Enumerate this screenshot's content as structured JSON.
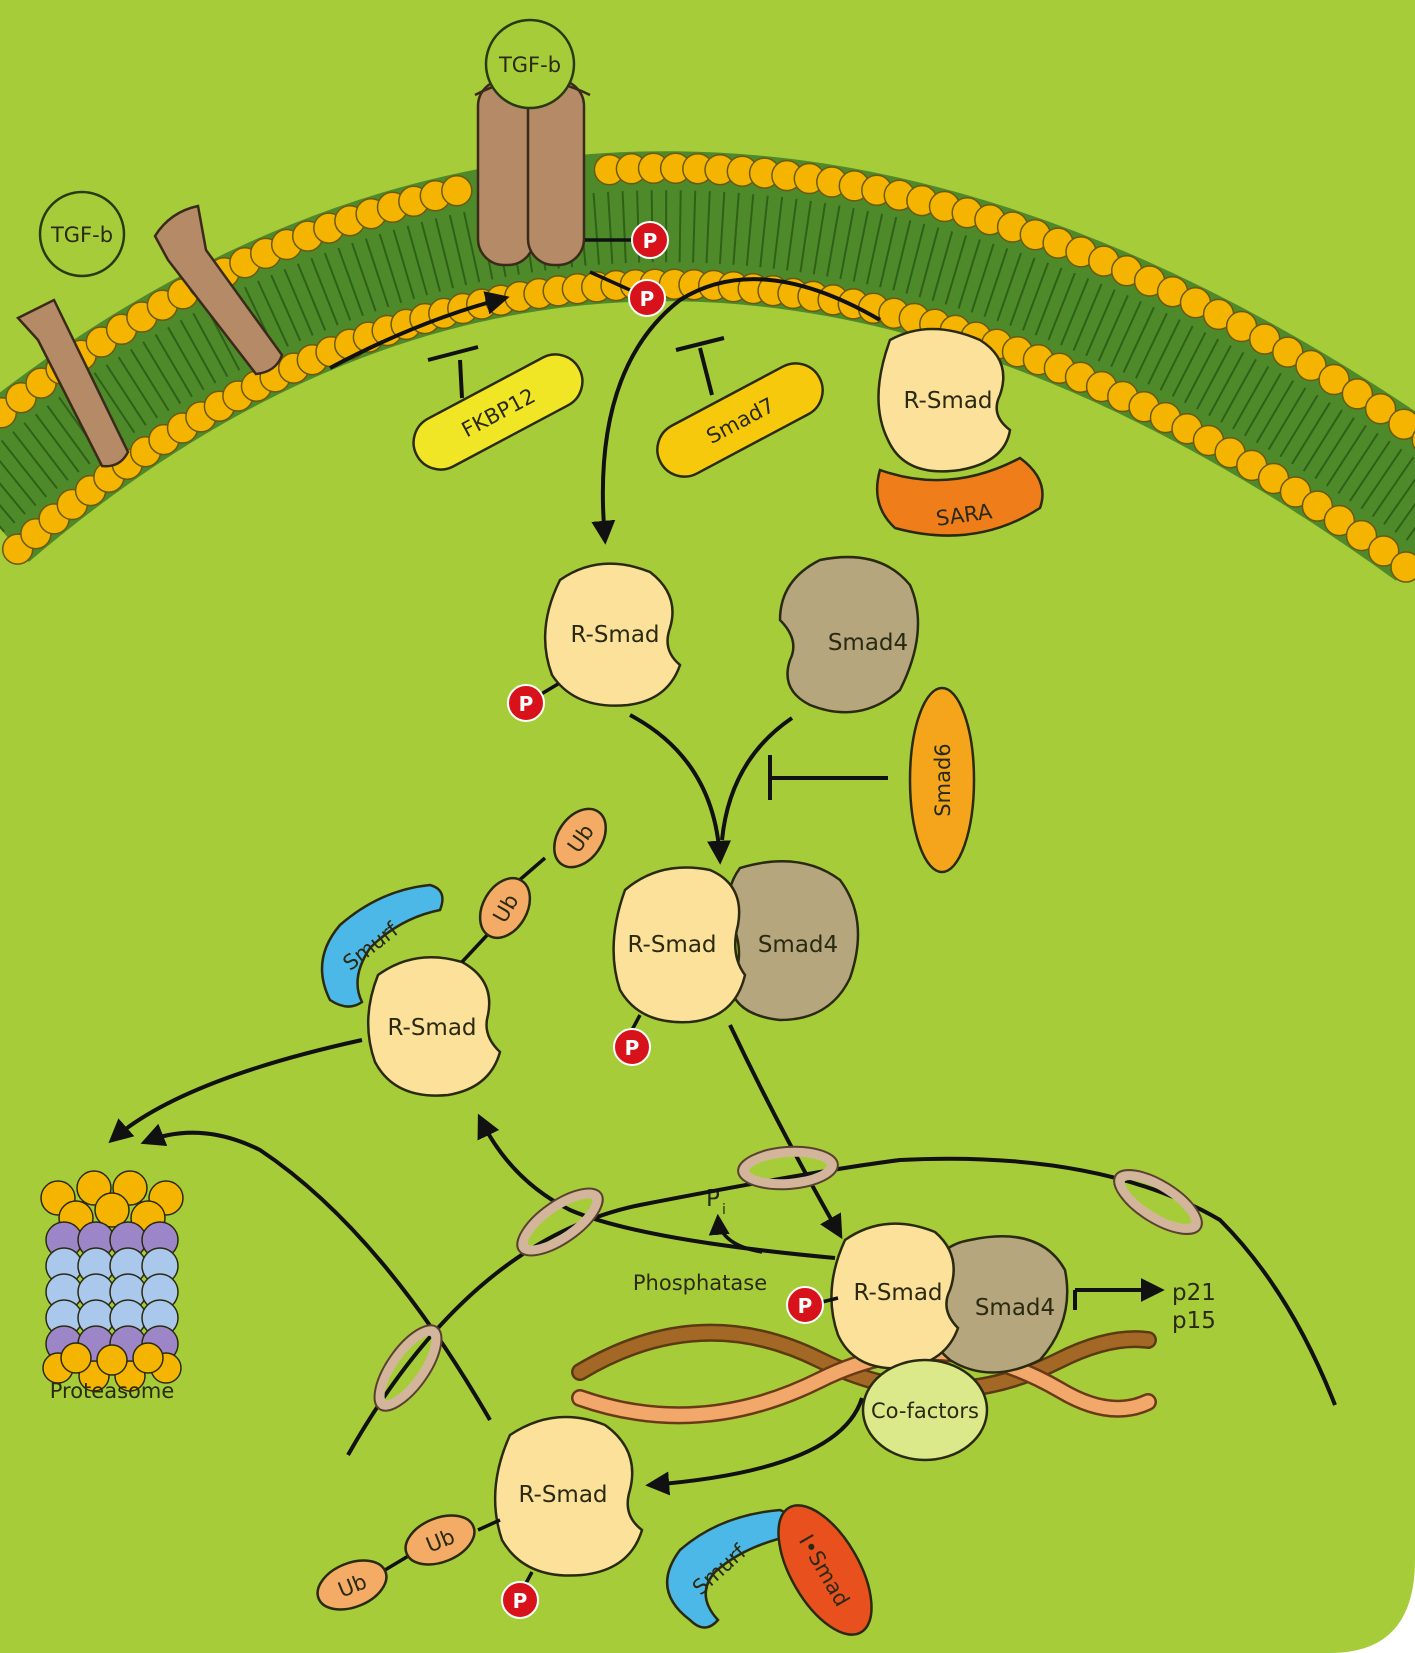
{
  "labels": {
    "tgfb_free": "TGF-b",
    "tgfb_bound": "TGF-b",
    "fkbp12": "FKBP12",
    "smad7": "Smad7",
    "rsmad_sara": "R-Smad",
    "sara": "SARA",
    "rsmad_p": "R-Smad",
    "smad4": "Smad4",
    "smad6": "Smad6",
    "complex_rsmad": "R-Smad",
    "complex_smad4": "Smad4",
    "smurf_top": "Smurf",
    "rsmad_ub": "R-Smad",
    "ub1": "Ub",
    "ub2": "Ub",
    "proteasome": "Proteasome",
    "pi_main": "P",
    "pi_sub": "i",
    "phosphatase": "Phosphatase",
    "nuc_rsmad": "R-Smad",
    "nuc_smad4": "Smad4",
    "p21": "p21",
    "p15": "p15",
    "cofactors": "Co-factors",
    "rsmad_bottom": "R-Smad",
    "ub3": "Ub",
    "ub4": "Ub",
    "smurf_bottom": "Smurf",
    "ismad": "I•Smad",
    "p_symbol": "P"
  },
  "colors": {
    "background": "#a6cd39",
    "membrane_head": "#f5b400",
    "membrane_tail": "#4f8a2a",
    "receptor": "#b58a66",
    "tgfb": "#a6cd39",
    "phospho": "#d8121b",
    "rsmad": "#fce19a",
    "smad4": "#b6a67e",
    "smad6": "#f4a51c",
    "sara": "#ee7d1a",
    "fkbp12": "#f0e626",
    "smad7": "#f7c90d",
    "smurf": "#4cb8e8",
    "ub": "#f3ab66",
    "cofactors": "#dbe98a",
    "ismad": "#e8501e",
    "nuclear_pore": "#d2b59a",
    "dna_dark": "#a36826",
    "dna_light": "#f2a86a"
  }
}
